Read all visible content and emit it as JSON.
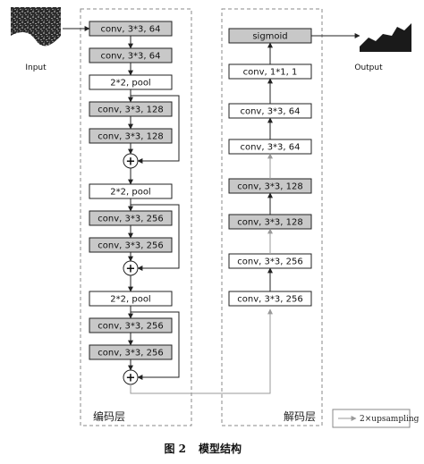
{
  "input_label": "Input",
  "output_label": "Output",
  "encoder": {
    "title": "编码层",
    "boxes": [
      {
        "text": "conv, 3*3, 64",
        "fill": "gray"
      },
      {
        "text": "conv, 3*3, 64",
        "fill": "gray"
      },
      {
        "text": "2*2, pool",
        "fill": "white"
      },
      {
        "text": "conv, 3*3, 128",
        "fill": "gray"
      },
      {
        "text": "conv, 3*3, 128",
        "fill": "gray"
      },
      {
        "text": "2*2, pool",
        "fill": "white"
      },
      {
        "text": "conv, 3*3, 256",
        "fill": "gray"
      },
      {
        "text": "conv, 3*3, 256",
        "fill": "gray"
      },
      {
        "text": "2*2, pool",
        "fill": "white"
      },
      {
        "text": "conv, 3*3, 256",
        "fill": "gray"
      },
      {
        "text": "conv, 3*3, 256",
        "fill": "gray"
      }
    ],
    "add_symbol": "+"
  },
  "decoder": {
    "title": "解码层",
    "boxes": [
      {
        "text": "sigmoid",
        "fill": "gray"
      },
      {
        "text": "conv, 1*1, 1",
        "fill": "white"
      },
      {
        "text": "conv, 3*3, 64",
        "fill": "white"
      },
      {
        "text": "conv, 3*3, 64",
        "fill": "white"
      },
      {
        "text": "conv, 3*3, 128",
        "fill": "gray"
      },
      {
        "text": "conv, 3*3, 128",
        "fill": "gray"
      },
      {
        "text": "conv, 3*3, 256",
        "fill": "white"
      },
      {
        "text": "conv, 3*3, 256",
        "fill": "white"
      }
    ]
  },
  "legend": {
    "label": "2×upsampling"
  },
  "caption": {
    "figure": "图 2",
    "title": "模型结构"
  },
  "colors": {
    "gray_box": "#c8c8c8",
    "white_box": "#ffffff",
    "line": "#222222",
    "upsample_line": "#9a9a9a",
    "dash": "#888888"
  }
}
